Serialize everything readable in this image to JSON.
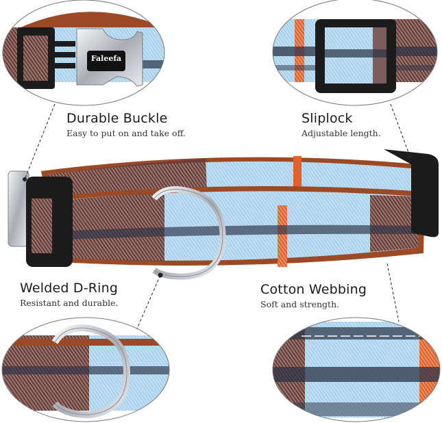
{
  "brand": {
    "buckle_logo": "Faleefa"
  },
  "features": [
    {
      "id": "buckle",
      "title": "Durable Buckle",
      "subtitle": "Easy to put on and take off."
    },
    {
      "id": "sliplock",
      "title": "Sliplock",
      "subtitle": "Adjustable length."
    },
    {
      "id": "d-ring",
      "title": "Welded D-Ring",
      "subtitle": "Resistant and durable."
    },
    {
      "id": "webbing",
      "title": "Cotton Webbing",
      "subtitle": "Soft and strength."
    }
  ],
  "colors": {
    "light_blue": "#a9d2ec",
    "brown": "#5b2e26",
    "brown_light": "#8a5a52",
    "orange": "#e0622c",
    "leather": "#9c4a26",
    "navy": "#2b3346",
    "plastic_black": "#1c1c1c",
    "metal": "#c9ccd1",
    "white_check": "#ece6ec"
  }
}
